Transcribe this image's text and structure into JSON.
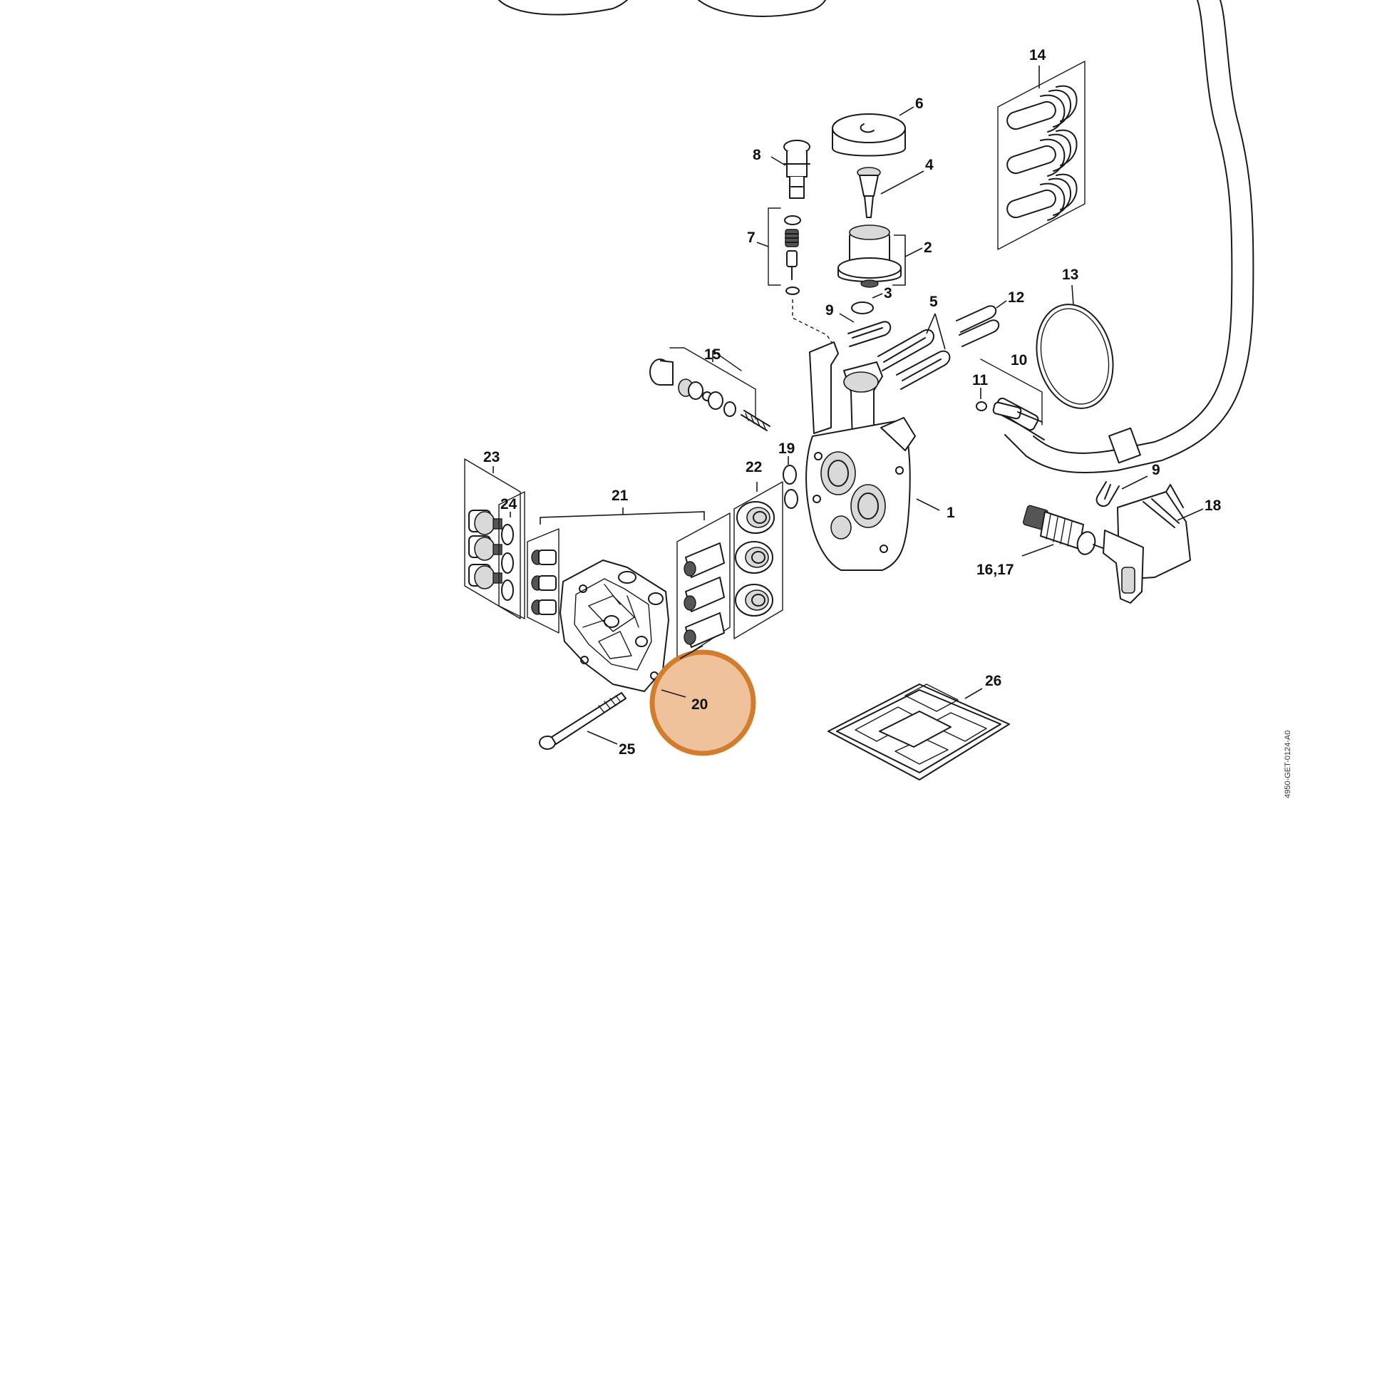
{
  "diagram": {
    "part_labels": {
      "p1": "1",
      "p2": "2",
      "p3": "3",
      "p4": "4",
      "p5": "5",
      "p6": "6",
      "p7": "7",
      "p8": "8",
      "p9a": "9",
      "p9b": "9",
      "p10": "10",
      "p11": "11",
      "p12": "12",
      "p13": "13",
      "p14": "14",
      "p15": "15",
      "p16_17": "16,17",
      "p18": "18",
      "p19": "19",
      "p20": "20",
      "p21": "21",
      "p22": "22",
      "p23": "23",
      "p24": "24",
      "p25": "25",
      "p26": "26"
    },
    "drawing_code": "4950-GET-0124-A0",
    "highlight": {
      "label": "20",
      "fill_color": "#efc29b",
      "ring_color": "#d27d2d"
    }
  }
}
